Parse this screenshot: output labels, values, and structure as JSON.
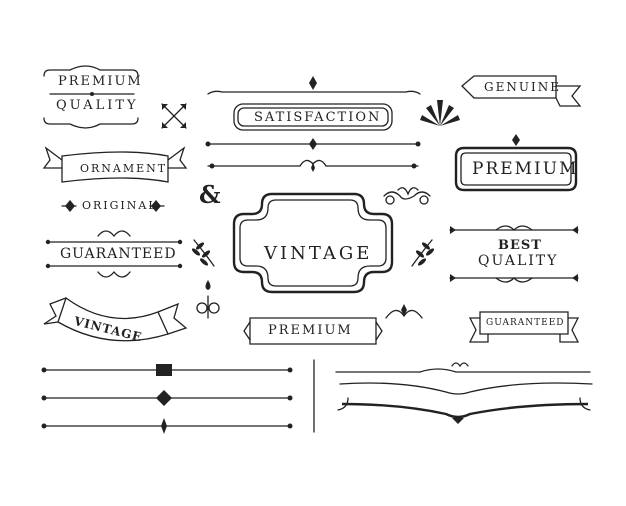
{
  "labels": {
    "premium_quality_top": "PREMIUM",
    "premium_quality_bottom": "QUALITY",
    "satisfaction": "SATISFACTION",
    "genuine": "GENUINE",
    "ornament": "ORNAMENT",
    "premium_frame": "PREMIUM",
    "original": "ORIGINAL",
    "ampersand": "&",
    "vintage_frame": "VINTAGE",
    "guaranteed_left": "GUARANTEED",
    "best": "BEST",
    "best_quality": "QUALITY",
    "vintage_ribbon": "VINTAGE",
    "premium_banner": "PREMIUM",
    "guaranteed_ribbon": "GUARANTEED"
  },
  "colors": {
    "ink": "#222222",
    "background": "#ffffff"
  }
}
